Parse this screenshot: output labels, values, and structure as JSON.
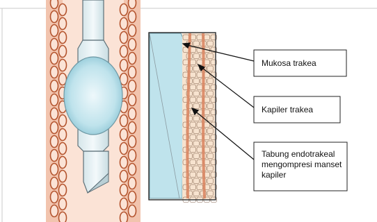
{
  "labels": {
    "mucosa": "Mukosa trakea",
    "capillary": "Kapiler trakea",
    "tube": "Tabung endotrakeal\nmengompresi manset\nkapiler"
  },
  "colors": {
    "trachea_wall": "#f2c4ae",
    "trachea_lumen": "#fbe3d6",
    "cartilage_ring_outline": "#b4542e",
    "cuff": "#bfe3ec",
    "tube": "#e8f3f6",
    "tube_outline": "#5d7078",
    "capillary": "#d9825e",
    "cells": "#f7e3cf",
    "cell_outline": "#7a5a44"
  }
}
